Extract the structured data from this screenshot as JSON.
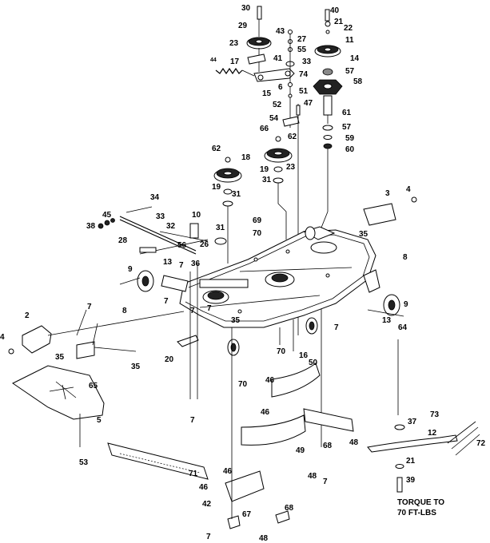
{
  "callouts": [
    {
      "id": "c30",
      "text": "30"
    },
    {
      "id": "c29",
      "text": "29"
    },
    {
      "id": "c23a",
      "text": "23"
    },
    {
      "id": "c17",
      "text": "17"
    },
    {
      "id": "c44",
      "text": "44"
    },
    {
      "id": "c43",
      "text": "43"
    },
    {
      "id": "c27",
      "text": "27"
    },
    {
      "id": "c55",
      "text": "55"
    },
    {
      "id": "c41",
      "text": "41"
    },
    {
      "id": "c33a",
      "text": "33"
    },
    {
      "id": "c74",
      "text": "74"
    },
    {
      "id": "c6",
      "text": "6"
    },
    {
      "id": "c15",
      "text": "15"
    },
    {
      "id": "c51",
      "text": "51"
    },
    {
      "id": "c52",
      "text": "52"
    },
    {
      "id": "c47",
      "text": "47"
    },
    {
      "id": "c54",
      "text": "54"
    },
    {
      "id": "c66",
      "text": "66"
    },
    {
      "id": "c40",
      "text": "40"
    },
    {
      "id": "c21a",
      "text": "21"
    },
    {
      "id": "c22",
      "text": "22"
    },
    {
      "id": "c11",
      "text": "11"
    },
    {
      "id": "c14",
      "text": "14"
    },
    {
      "id": "c57a",
      "text": "57"
    },
    {
      "id": "c58",
      "text": "58"
    },
    {
      "id": "c61",
      "text": "61"
    },
    {
      "id": "c57b",
      "text": "57"
    },
    {
      "id": "c59",
      "text": "59"
    },
    {
      "id": "c60",
      "text": "60"
    },
    {
      "id": "c62a",
      "text": "62"
    },
    {
      "id": "c18",
      "text": "18"
    },
    {
      "id": "c62b",
      "text": "62"
    },
    {
      "id": "c19a",
      "text": "19"
    },
    {
      "id": "c31a",
      "text": "31"
    },
    {
      "id": "c19b",
      "text": "19"
    },
    {
      "id": "c23b",
      "text": "23"
    },
    {
      "id": "c31b",
      "text": "31"
    },
    {
      "id": "c34",
      "text": "34"
    },
    {
      "id": "c45",
      "text": "45"
    },
    {
      "id": "c33b",
      "text": "33"
    },
    {
      "id": "c38",
      "text": "38"
    },
    {
      "id": "c28",
      "text": "28"
    },
    {
      "id": "c10",
      "text": "10"
    },
    {
      "id": "c32",
      "text": "32"
    },
    {
      "id": "c31c",
      "text": "31"
    },
    {
      "id": "c69",
      "text": "69"
    },
    {
      "id": "c70a",
      "text": "70"
    },
    {
      "id": "c56",
      "text": "56"
    },
    {
      "id": "c26",
      "text": "26"
    },
    {
      "id": "c3",
      "text": "3"
    },
    {
      "id": "c4a",
      "text": "4"
    },
    {
      "id": "c35a",
      "text": "35"
    },
    {
      "id": "c8a",
      "text": "8"
    },
    {
      "id": "c9a",
      "text": "9"
    },
    {
      "id": "c13a",
      "text": "13"
    },
    {
      "id": "c7a",
      "text": "7"
    },
    {
      "id": "c36",
      "text": "36"
    },
    {
      "id": "c8b",
      "text": "8"
    },
    {
      "id": "c7b",
      "text": "7"
    },
    {
      "id": "c7c",
      "text": "7"
    },
    {
      "id": "c7d",
      "text": "7"
    },
    {
      "id": "c35b",
      "text": "35"
    },
    {
      "id": "c9b",
      "text": "9"
    },
    {
      "id": "c13b",
      "text": "13"
    },
    {
      "id": "c64",
      "text": "64"
    },
    {
      "id": "c7e",
      "text": "7"
    },
    {
      "id": "c2",
      "text": "2"
    },
    {
      "id": "c4b",
      "text": "4"
    },
    {
      "id": "c35c",
      "text": "35"
    },
    {
      "id": "c7f",
      "text": "7"
    },
    {
      "id": "c35d",
      "text": "35"
    },
    {
      "id": "c20",
      "text": "20"
    },
    {
      "id": "c70b",
      "text": "70"
    },
    {
      "id": "c16",
      "text": "16"
    },
    {
      "id": "c50",
      "text": "50"
    },
    {
      "id": "c65",
      "text": "65"
    },
    {
      "id": "c5",
      "text": "5"
    },
    {
      "id": "c7g",
      "text": "7"
    },
    {
      "id": "c70c",
      "text": "70"
    },
    {
      "id": "c46a",
      "text": "46"
    },
    {
      "id": "c46b",
      "text": "46"
    },
    {
      "id": "c53",
      "text": "53"
    },
    {
      "id": "c49",
      "text": "49"
    },
    {
      "id": "c48a",
      "text": "48"
    },
    {
      "id": "c68a",
      "text": "68"
    },
    {
      "id": "c48b",
      "text": "48"
    },
    {
      "id": "c7h",
      "text": "7"
    },
    {
      "id": "c37",
      "text": "37"
    },
    {
      "id": "c73",
      "text": "73"
    },
    {
      "id": "c12",
      "text": "12"
    },
    {
      "id": "c72",
      "text": "72"
    },
    {
      "id": "c21b",
      "text": "21"
    },
    {
      "id": "c39",
      "text": "39"
    },
    {
      "id": "c71",
      "text": "71"
    },
    {
      "id": "c46c",
      "text": "46"
    },
    {
      "id": "c46d",
      "text": "46"
    },
    {
      "id": "c42",
      "text": "42"
    },
    {
      "id": "c67",
      "text": "67"
    },
    {
      "id": "c68b",
      "text": "68"
    },
    {
      "id": "c7i",
      "text": "7"
    },
    {
      "id": "c48c",
      "text": "48"
    }
  ],
  "torque_note": {
    "line1": "TORQUE TO",
    "line2": "70 FT-LBS"
  }
}
